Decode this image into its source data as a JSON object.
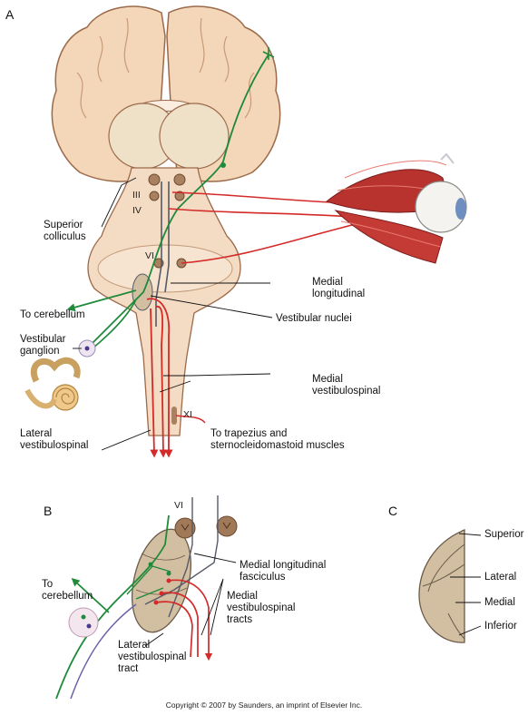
{
  "panels": {
    "a": "A",
    "b": "B",
    "c": "C"
  },
  "panel_a": {
    "nerves": {
      "iii": "III",
      "iv": "IV",
      "vi": "VI",
      "xi": "XI"
    },
    "labels": {
      "superior_colliculus": [
        "Superior",
        "colliculus"
      ],
      "medial_longitudinal": [
        "Medial",
        "longitudinal"
      ],
      "vestibular_nuclei": "Vestibular nuclei",
      "to_cerebellum": "To cerebellum",
      "vestibular_ganglion": [
        "Vestibular",
        "ganglion"
      ],
      "medial_vestibulospinal": [
        "Medial",
        "vestibulospinal"
      ],
      "lateral_vestibulospinal": [
        "Lateral",
        "vestibulospinal"
      ],
      "to_trapezius": [
        "To trapezius and",
        "sternocleidomastoid muscles"
      ]
    }
  },
  "panel_b": {
    "nerves": {
      "vi": "VI"
    },
    "labels": {
      "medial_longitudinal_fasciculus": [
        "Medial longitudinal",
        "fasciculus"
      ],
      "to_cerebellum": [
        "To",
        "cerebellum"
      ],
      "medial_vestibulospinal_tracts": [
        "Medial",
        "vestibulospinal",
        "tracts"
      ],
      "lateral_vestibulospinal_tract": [
        "Lateral",
        "vestibulospinal",
        "tract"
      ]
    }
  },
  "panel_c": {
    "labels": {
      "superior": "Superior",
      "lateral": "Lateral",
      "medial": "Medial",
      "inferior": "Inferior"
    }
  },
  "copyright": "Copyright © 2007 by Saunders, an imprint of Elsevier Inc.",
  "colors": {
    "brain_tissue": "#f3d7b8",
    "brain_outline": "#9b6a4a",
    "brainstem": "#f4dcc4",
    "thalamus": "#efe0c8",
    "motor_pathway": "#d42a2a",
    "sensory_pathway": "#1f8a3a",
    "mlf_pathway": "#555a66",
    "muscle": "#b8322e",
    "nucleus_fill": "#d2bfa2"
  },
  "icons": [
    "eye-icon",
    "cochlea-icon",
    "arrow-icon"
  ]
}
